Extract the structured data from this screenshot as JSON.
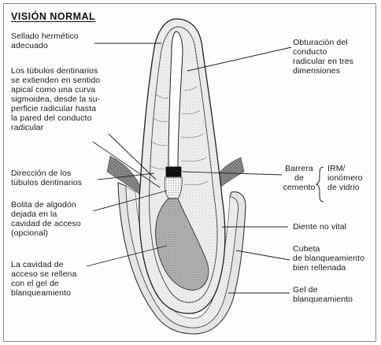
{
  "title": "VISIÓN NORMAL",
  "labels": {
    "sellado": "Sellado hermético\nadecuado",
    "tubulos": "Los túbulos dentinarios\nse extienden en sentido\napical como una curva\nsigmoidea, desde la su-\nperficie radicular hasta\nla pared del conducto\nradicular",
    "direccion": "Dirección de los\ntúbulos dentinarios",
    "bolita": "Bolita de algodón\ndejada en la\ncavidad de acceso\n(opcional)",
    "cavidad": "La cavidad de\nacceso se rellena\ncon el gel de\nblanqueamiento",
    "obturacion": "Obturación del\nconducto\nradicular en tres\ndimensiones",
    "barrera": "Barrera\nde\ncemento",
    "irm": "IRM/\nionómero\nde vidrio",
    "diente": "Diente no vital",
    "cubeta": "Cubeta\nde blanqueamiento\nbien rellenada",
    "gel": "Gel de\nblanqueamiento"
  }
}
